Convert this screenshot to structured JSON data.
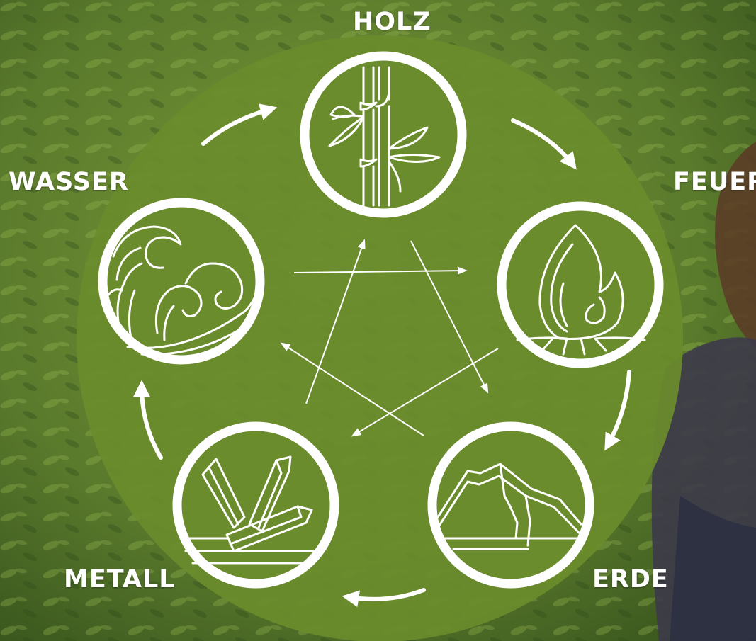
{
  "elements": {
    "holz": {
      "label": "HOLZ",
      "icon": "bamboo-icon"
    },
    "feuer": {
      "label": "FEUER",
      "icon": "flame-icon"
    },
    "erde": {
      "label": "ERDE",
      "icon": "mountain-icon"
    },
    "metall": {
      "label": "METALL",
      "icon": "crystal-icon"
    },
    "wasser": {
      "label": "WASSER",
      "icon": "wave-icon"
    }
  },
  "cycle_order": [
    "holz",
    "feuer",
    "erde",
    "metall",
    "wasser"
  ],
  "control_order": [
    "holz",
    "erde",
    "wasser",
    "feuer",
    "metall"
  ],
  "colors": {
    "disc": "#6b8c2c",
    "line": "#ffffff",
    "label": "#ffffff",
    "photo_dark": "#2f4a1a",
    "photo_light": "#8fae46"
  }
}
